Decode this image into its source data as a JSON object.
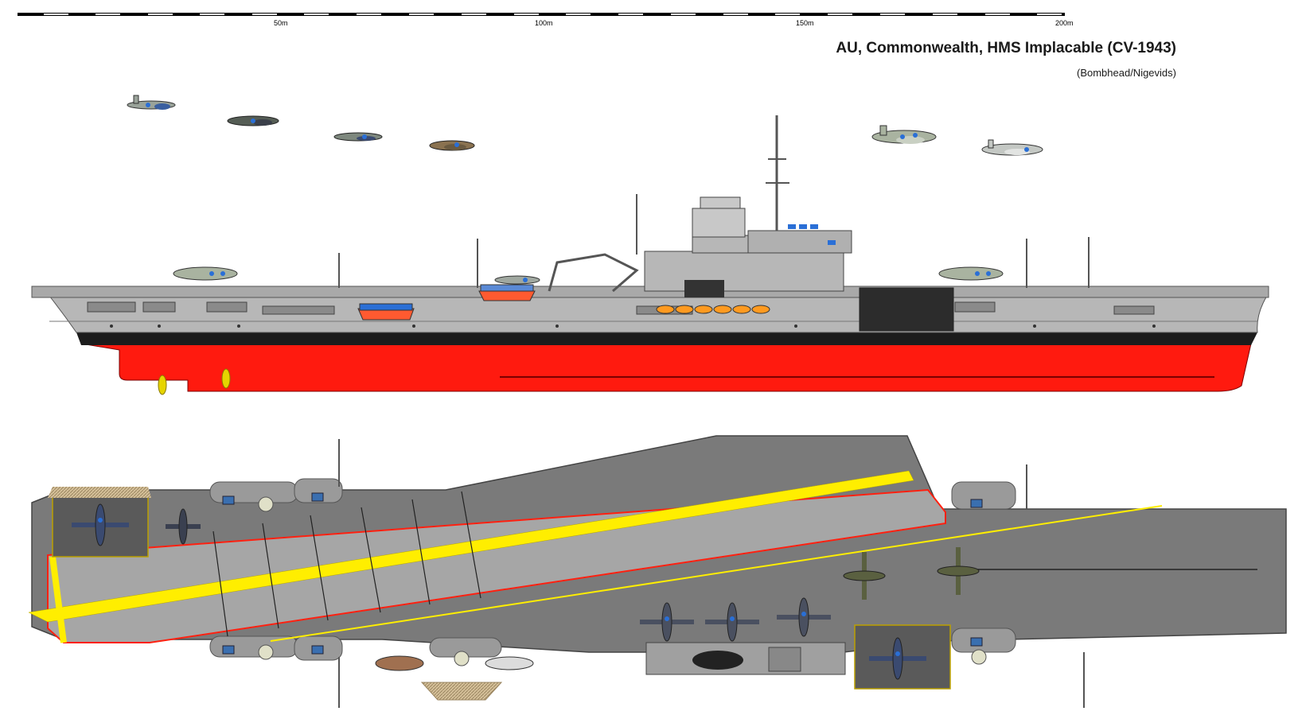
{
  "header": {
    "title": "AU, Commonwealth, HMS Implacable (CV-1943)",
    "credit": "(Bombhead/Nigevids)"
  },
  "scale_bar": {
    "labels": [
      "50m",
      "100m",
      "150m",
      "200m"
    ]
  },
  "colors": {
    "hull_red": "#ff1a0f",
    "boot_black": "#1c1c1c",
    "hull_grey": "#b7b7b7",
    "deck_grey": "#7a7a7a",
    "angled_deck": "#a6a6a6",
    "deck_line_yellow": "#ffee00",
    "deck_edge_red": "#ff2010",
    "window_blue": "#2a6fd6"
  },
  "icons": {
    "aircraft": "aircraft-silhouette-icon",
    "gun_mount": "gun-mount-icon",
    "propeller": "propeller-icon",
    "life_raft": "life-raft-icon"
  }
}
